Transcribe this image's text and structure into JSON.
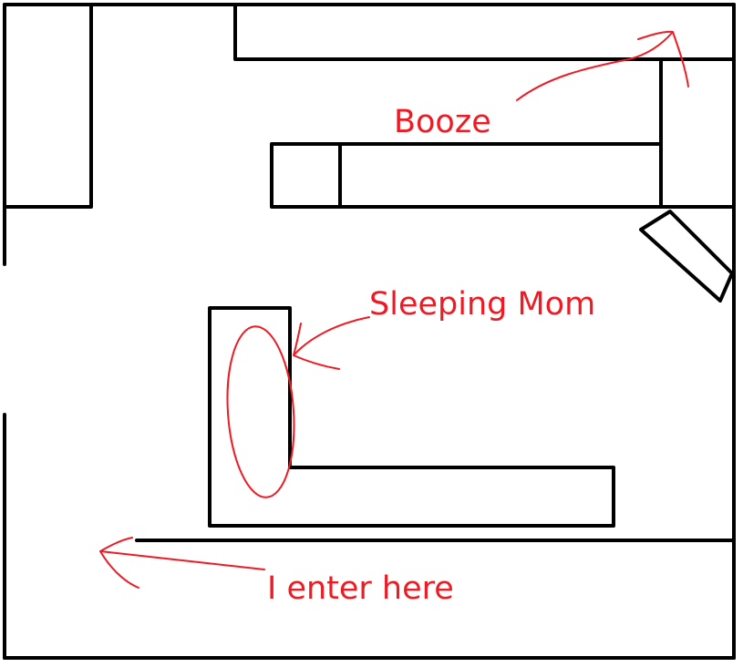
{
  "labels": {
    "booze": "Booze",
    "sleeping_mom": "Sleeping Mom",
    "entrance": "I enter here"
  },
  "colors": {
    "walls": "#000000",
    "annotations": "#ed1c24"
  }
}
